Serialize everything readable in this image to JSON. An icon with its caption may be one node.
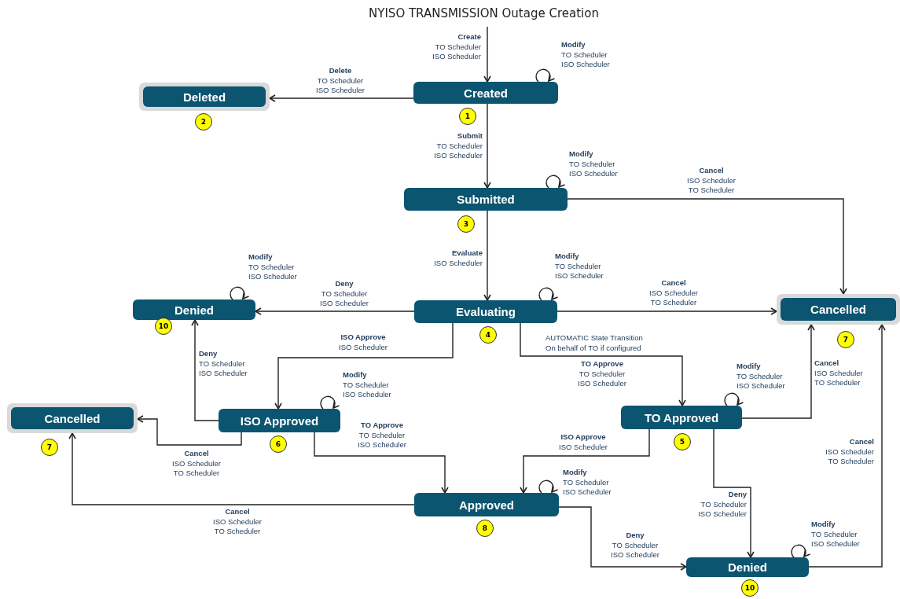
{
  "diagram": {
    "title": "NYISO TRANSMISSION Outage Creation",
    "nodes": [
      {
        "text": [
          "Created"
        ],
        "beside": [
          "1"
        ]
      },
      {
        "text": [
          "Deleted"
        ],
        "beside": [
          "2"
        ]
      },
      {
        "text": [
          "Submitted"
        ],
        "beside": [
          "3"
        ]
      },
      {
        "text": [
          "Evaluating"
        ],
        "beside": [
          "4"
        ]
      },
      {
        "text": [
          "Denied"
        ],
        "beside": [
          "10"
        ]
      },
      {
        "text": [
          "Cancelled"
        ],
        "beside": [
          "7"
        ]
      },
      {
        "text": [
          "ISO Approved"
        ],
        "beside": [
          "6"
        ]
      },
      {
        "text": [
          "Cancelled"
        ],
        "beside": [
          "7"
        ]
      },
      {
        "text": [
          "TO Approved"
        ],
        "beside": [
          "5"
        ]
      },
      {
        "text": [
          "Approved"
        ],
        "beside": [
          "8"
        ]
      },
      {
        "text": [
          "Denied"
        ],
        "beside": [
          "10"
        ]
      }
    ],
    "edges": [
      {
        "from": null,
        "to": 0,
        "arrow": "to",
        "label": "**Create** TO Scheduler ISO Scheduler"
      },
      {
        "from": 0,
        "to": 0,
        "arrow": "to",
        "label": "**Modify** TO Scheduler ISO Scheduler"
      },
      {
        "from": 0,
        "to": 1,
        "arrow": "to",
        "label": "**Delete** TO Scheduler ISO Scheduler"
      },
      {
        "from": 0,
        "to": 2,
        "arrow": "to",
        "label": "**Submit** TO Scheduler ISO Scheduler"
      },
      {
        "from": 2,
        "to": 2,
        "arrow": "to",
        "label": "**Modify** TO Scheduler ISO Scheduler"
      },
      {
        "from": 2,
        "to": 5,
        "arrow": "to",
        "label": "**Cancel** ISO Scheduler TO Scheduler"
      },
      {
        "from": 2,
        "to": 3,
        "arrow": "to",
        "label": "**Evaluate** ISO Scheduler"
      },
      {
        "from": 3,
        "to": 3,
        "arrow": "to",
        "label": "**Modify** TO Scheduler ISO Scheduler"
      },
      {
        "from": 3,
        "to": 4,
        "arrow": "to",
        "label": "**Deny** TO Scheduler ISO Scheduler"
      },
      {
        "from": 4,
        "to": 4,
        "arrow": "to",
        "label": "**Modify** TO Scheduler ISO Scheduler"
      },
      {
        "from": 3,
        "to": 5,
        "arrow": "to",
        "label": "**Cancel** ISO Scheduler TO Scheduler"
      },
      {
        "from": 3,
        "to": 6,
        "arrow": "to",
        "label": "**ISO Approve** ISO Scheduler"
      },
      {
        "from": 3,
        "to": 8,
        "arrow": "to",
        "label": "**TO Approve** TO Scheduler ISO Scheduler"
      },
      {
        "from": 6,
        "to": 4,
        "arrow": "to",
        "label": "**Deny** TO Scheduler ISO Scheduler"
      },
      {
        "from": 6,
        "to": 6,
        "arrow": "to",
        "label": "**Modify** TO Scheduler ISO Scheduler"
      },
      {
        "from": 6,
        "to": 7,
        "arrow": "to",
        "label": "**Cancel** ISO Scheduler TO Scheduler"
      },
      {
        "from": 6,
        "to": 9,
        "arrow": "to",
        "label": "**TO Approve** TO Scheduler ISO Scheduler"
      },
      {
        "from": 8,
        "to": 8,
        "arrow": "to",
        "label": "**Modify** TO Scheduler ISO Scheduler"
      },
      {
        "from": 8,
        "to": 5,
        "arrow": "to",
        "label": "**Cancel** ISO Scheduler TO Scheduler"
      },
      {
        "from": 8,
        "to": 9,
        "arrow": "to",
        "label": "**ISO Approve** ISO Scheduler"
      },
      {
        "from": 8,
        "to": 10,
        "arrow": "to",
        "label": "**Deny** TO Scheduler ISO Scheduler"
      },
      {
        "from": 9,
        "to": 9,
        "arrow": "to",
        "label": "**Modify** TO Scheduler ISO Scheduler"
      },
      {
        "from": 9,
        "to": 7,
        "arrow": "to",
        "label": "**Cancel** ISO Scheduler TO Scheduler"
      },
      {
        "from": 9,
        "to": 10,
        "arrow": "to",
        "label": "**Deny** TO Scheduler ISO Scheduler"
      },
      {
        "from": 10,
        "to": 10,
        "arrow": "to",
        "label": "**Modify** TO Scheduler ISO Scheduler"
      },
      {
        "from": 10,
        "to": 5,
        "arrow": "to",
        "label": "**Cancel** ISO Scheduler TO Scheduler"
      }
    ],
    "labels": [
      "AUTOMATIC State Transition On behalf of TO if configured"
    ]
  }
}
